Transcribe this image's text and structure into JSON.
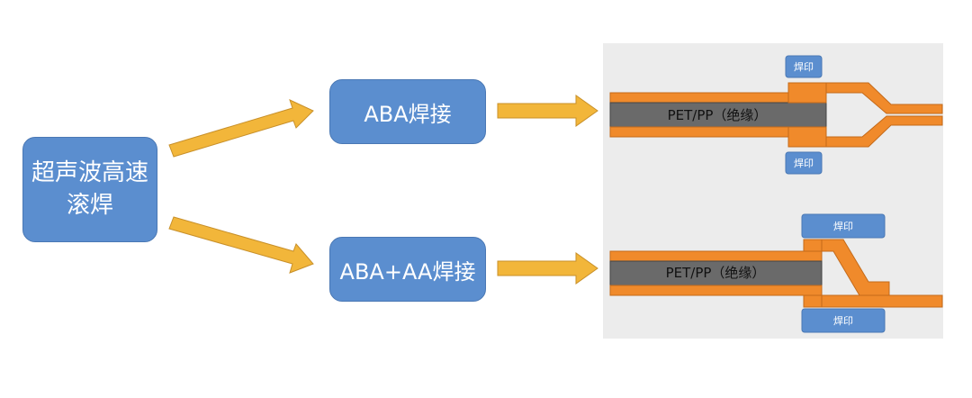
{
  "root": {
    "label": "超声波高速滚焊"
  },
  "branches": [
    {
      "label": "ABA焊接"
    },
    {
      "label": "ABA+AA焊接"
    }
  ],
  "diagrams": [
    {
      "core_label": "PET/PP（绝缘）",
      "weld_top": "焊印",
      "weld_bottom": "焊印"
    },
    {
      "core_label": "PET/PP（绝缘）",
      "weld_top": "焊印",
      "weld_bottom": "焊印"
    }
  ],
  "colors": {
    "box": "#5b8ecf",
    "arrow": "#f2b63a",
    "foil": "#f08a2b",
    "core": "#6a6a6a",
    "weld_tag": "#5b8ecf",
    "panel": "#ececec"
  }
}
